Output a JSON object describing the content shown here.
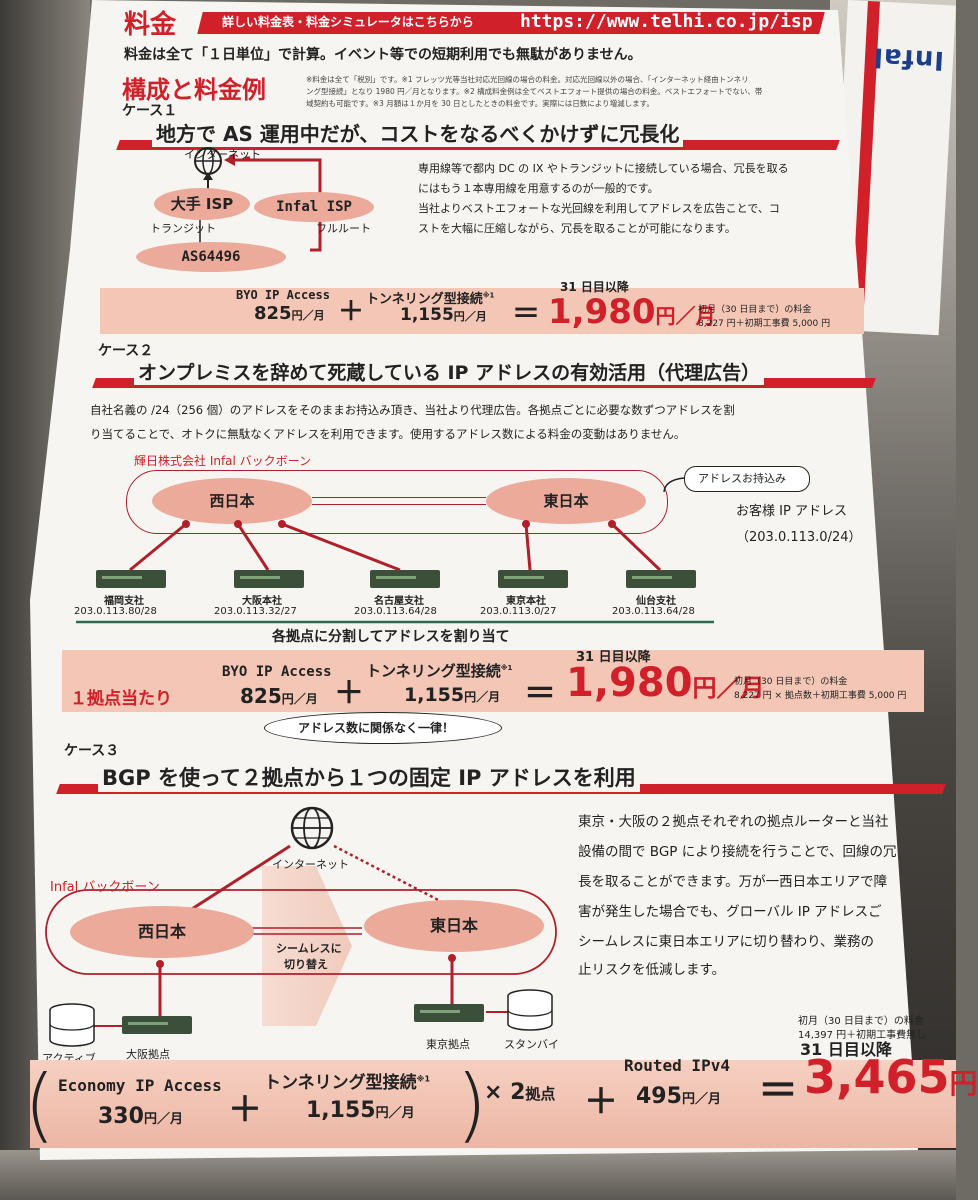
{
  "header": {
    "ryokin": "料金",
    "banner_text": "詳しい料金表・料金シミュレータはこちらから",
    "url": "https://www.telhi.co.jp/isp",
    "day_unit_note": "料金は全て「１日単位」で計算。イベント等での短期利用でも無駄がありません。",
    "section_title": "構成と料金例",
    "fine_print_1": "※料金は全て「税別」です。※1 フレッツ光等当社対応光回線の場合の料金。対応光回線以外の場合、「インターネット経由トンネリ",
    "fine_print_2": "ング型接続」となり 1980 円／月となります。※2 構成料金例は全てベストエフォート提供の場合の料金。ベストエフォートでない、帯",
    "fine_print_3": "域契約も可能です。※3 月額は１か月を 30 日としたときの料金です。実際には日数により増減します。"
  },
  "case1": {
    "label": "ケース１",
    "title": "地方で AS 運用中だが、コストをなるべくかけずに冗長化",
    "internet": "インターネット",
    "major_isp": "大手 ISP",
    "infal_isp": "Infal ISP",
    "transit": "トランジット",
    "full_route": "フルルート",
    "asn": "AS64496",
    "desc": [
      "専用線等で都内 DC の IX やトランジットに接続している場合、冗長を取る",
      "にはもう１本専用線を用意するのが一般的です。",
      "当社よりベストエフォートな光回線を利用してアドレスを広告ことで、コ",
      "ストを大幅に圧縮しながら、冗長を取ることが可能になります。"
    ],
    "byo_label": "BYO IP Access",
    "byo_price": "825",
    "tunnel_label": "トンネリング型接続",
    "tunnel_note": "※1",
    "tunnel_price": "1,155",
    "yen_month": "円／月",
    "plus": "＋",
    "equals": "＝",
    "after31": "31 日目以降",
    "total": "1,980",
    "first_month": "初月（30 日目まで）の料金",
    "first_month_detail": "8,227 円＋初期工事費 5,000 円"
  },
  "case2": {
    "label": "ケース２",
    "title": "オンプレミスを辞めて死蔵している IP アドレスの有効活用（代理広告）",
    "desc_1": "自社名義の /24（256 個）のアドレスをそのままお持込み頂き、当社より代理広告。各拠点ごとに必要な数ずつアドレスを割",
    "desc_2": "り当てることで、オトクに無駄なくアドレスを利用できます。使用するアドレス数による料金の変動はありません。",
    "backbone": "輝日株式会社 Infal バックボーン",
    "west": "西日本",
    "east": "東日本",
    "bring": "アドレスお持込み",
    "customer_ip": "お客様 IP アドレス",
    "customer_prefix": "（203.0.113.0/24）",
    "sites": [
      {
        "name": "福岡支社",
        "prefix": "203.0.113.80/28"
      },
      {
        "name": "大阪本社",
        "prefix": "203.0.113.32/27"
      },
      {
        "name": "名古屋支社",
        "prefix": "203.0.113.64/28"
      },
      {
        "name": "東京本社",
        "prefix": "203.0.113.0/27"
      },
      {
        "name": "仙台支社",
        "prefix": "203.0.113.64/28"
      }
    ],
    "split_note": "各拠点に分割してアドレスを割り当て",
    "per_site": "１拠点当たり",
    "byo_label": "BYO IP Access",
    "byo_price": "825",
    "tunnel_label": "トンネリング型接続",
    "tunnel_note": "※1",
    "tunnel_price": "1,155",
    "after31": "31 日目以降",
    "total": "1,980",
    "first_month": "初月（30 日目まで）の料金",
    "first_month_detail": "8,227 円 × 拠点数＋初期工事費 5,000 円",
    "bubble": "アドレス数に関係なく一律！"
  },
  "case3": {
    "label": "ケース３",
    "title": "BGP を使って２拠点から１つの固定 IP アドレスを利用",
    "internet": "インターネット",
    "backbone": "Infal バックボーン",
    "west": "西日本",
    "east": "東日本",
    "seamless_1": "シームレスに",
    "seamless_2": "切り替え",
    "active": "アクティブ",
    "osaka": "大阪拠点",
    "tokyo": "東京拠点",
    "standby": "スタンバイ",
    "desc": [
      "東京・大阪の２拠点それぞれの拠点ルーターと当社",
      "設備の間で BGP により接続を行うことで、回線の冗",
      "長を取ることができます。万が一西日本エリアで障",
      "害が発生した場合でも、グローバル IP アドレスご",
      "シームレスに東日本エリアに切り替わり、業務の",
      "止リスクを低減します。"
    ],
    "first_month": "初月（30 日目まで）の料金",
    "first_month_detail": "14,397 円＋初期工事費無し",
    "after31": "31 日目以降",
    "economy_label": "Economy IP Access",
    "economy_price": "330",
    "tunnel_label": "トンネリング型接続",
    "tunnel_note": "※1",
    "tunnel_price": "1,155",
    "times_two": "× 2",
    "sites_word": "拠点",
    "routed_label": "Routed IPv4",
    "routed_price": "495",
    "total": "3,465",
    "yen": "円"
  },
  "back_sheet": {
    "text": "Infal"
  }
}
